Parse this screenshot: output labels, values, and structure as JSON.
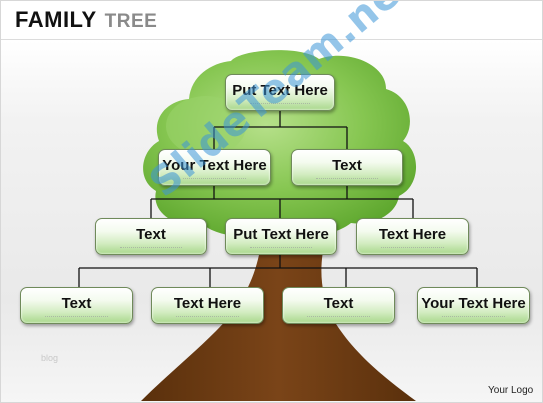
{
  "title": {
    "word1": "FAMILY",
    "word2": "TREE"
  },
  "nodes": {
    "root": "Put Text Here",
    "gen2_left": "Your Text Here",
    "gen2_right": "Text",
    "gen3_left": "Text",
    "gen3_mid": "Put Text Here",
    "gen3_right": "Text Here",
    "gen4_1": "Text",
    "gen4_2": "Text Here",
    "gen4_3": "Text",
    "gen4_4": "Your Text Here"
  },
  "watermark": "SlideTeam.net",
  "footer": {
    "logo": "Your Logo",
    "blog": "blog"
  },
  "colors": {
    "foliage": "#7dc246",
    "trunk": "#6b3a12",
    "node_green": "#a9d88c",
    "watermark": "#3c96d7"
  }
}
